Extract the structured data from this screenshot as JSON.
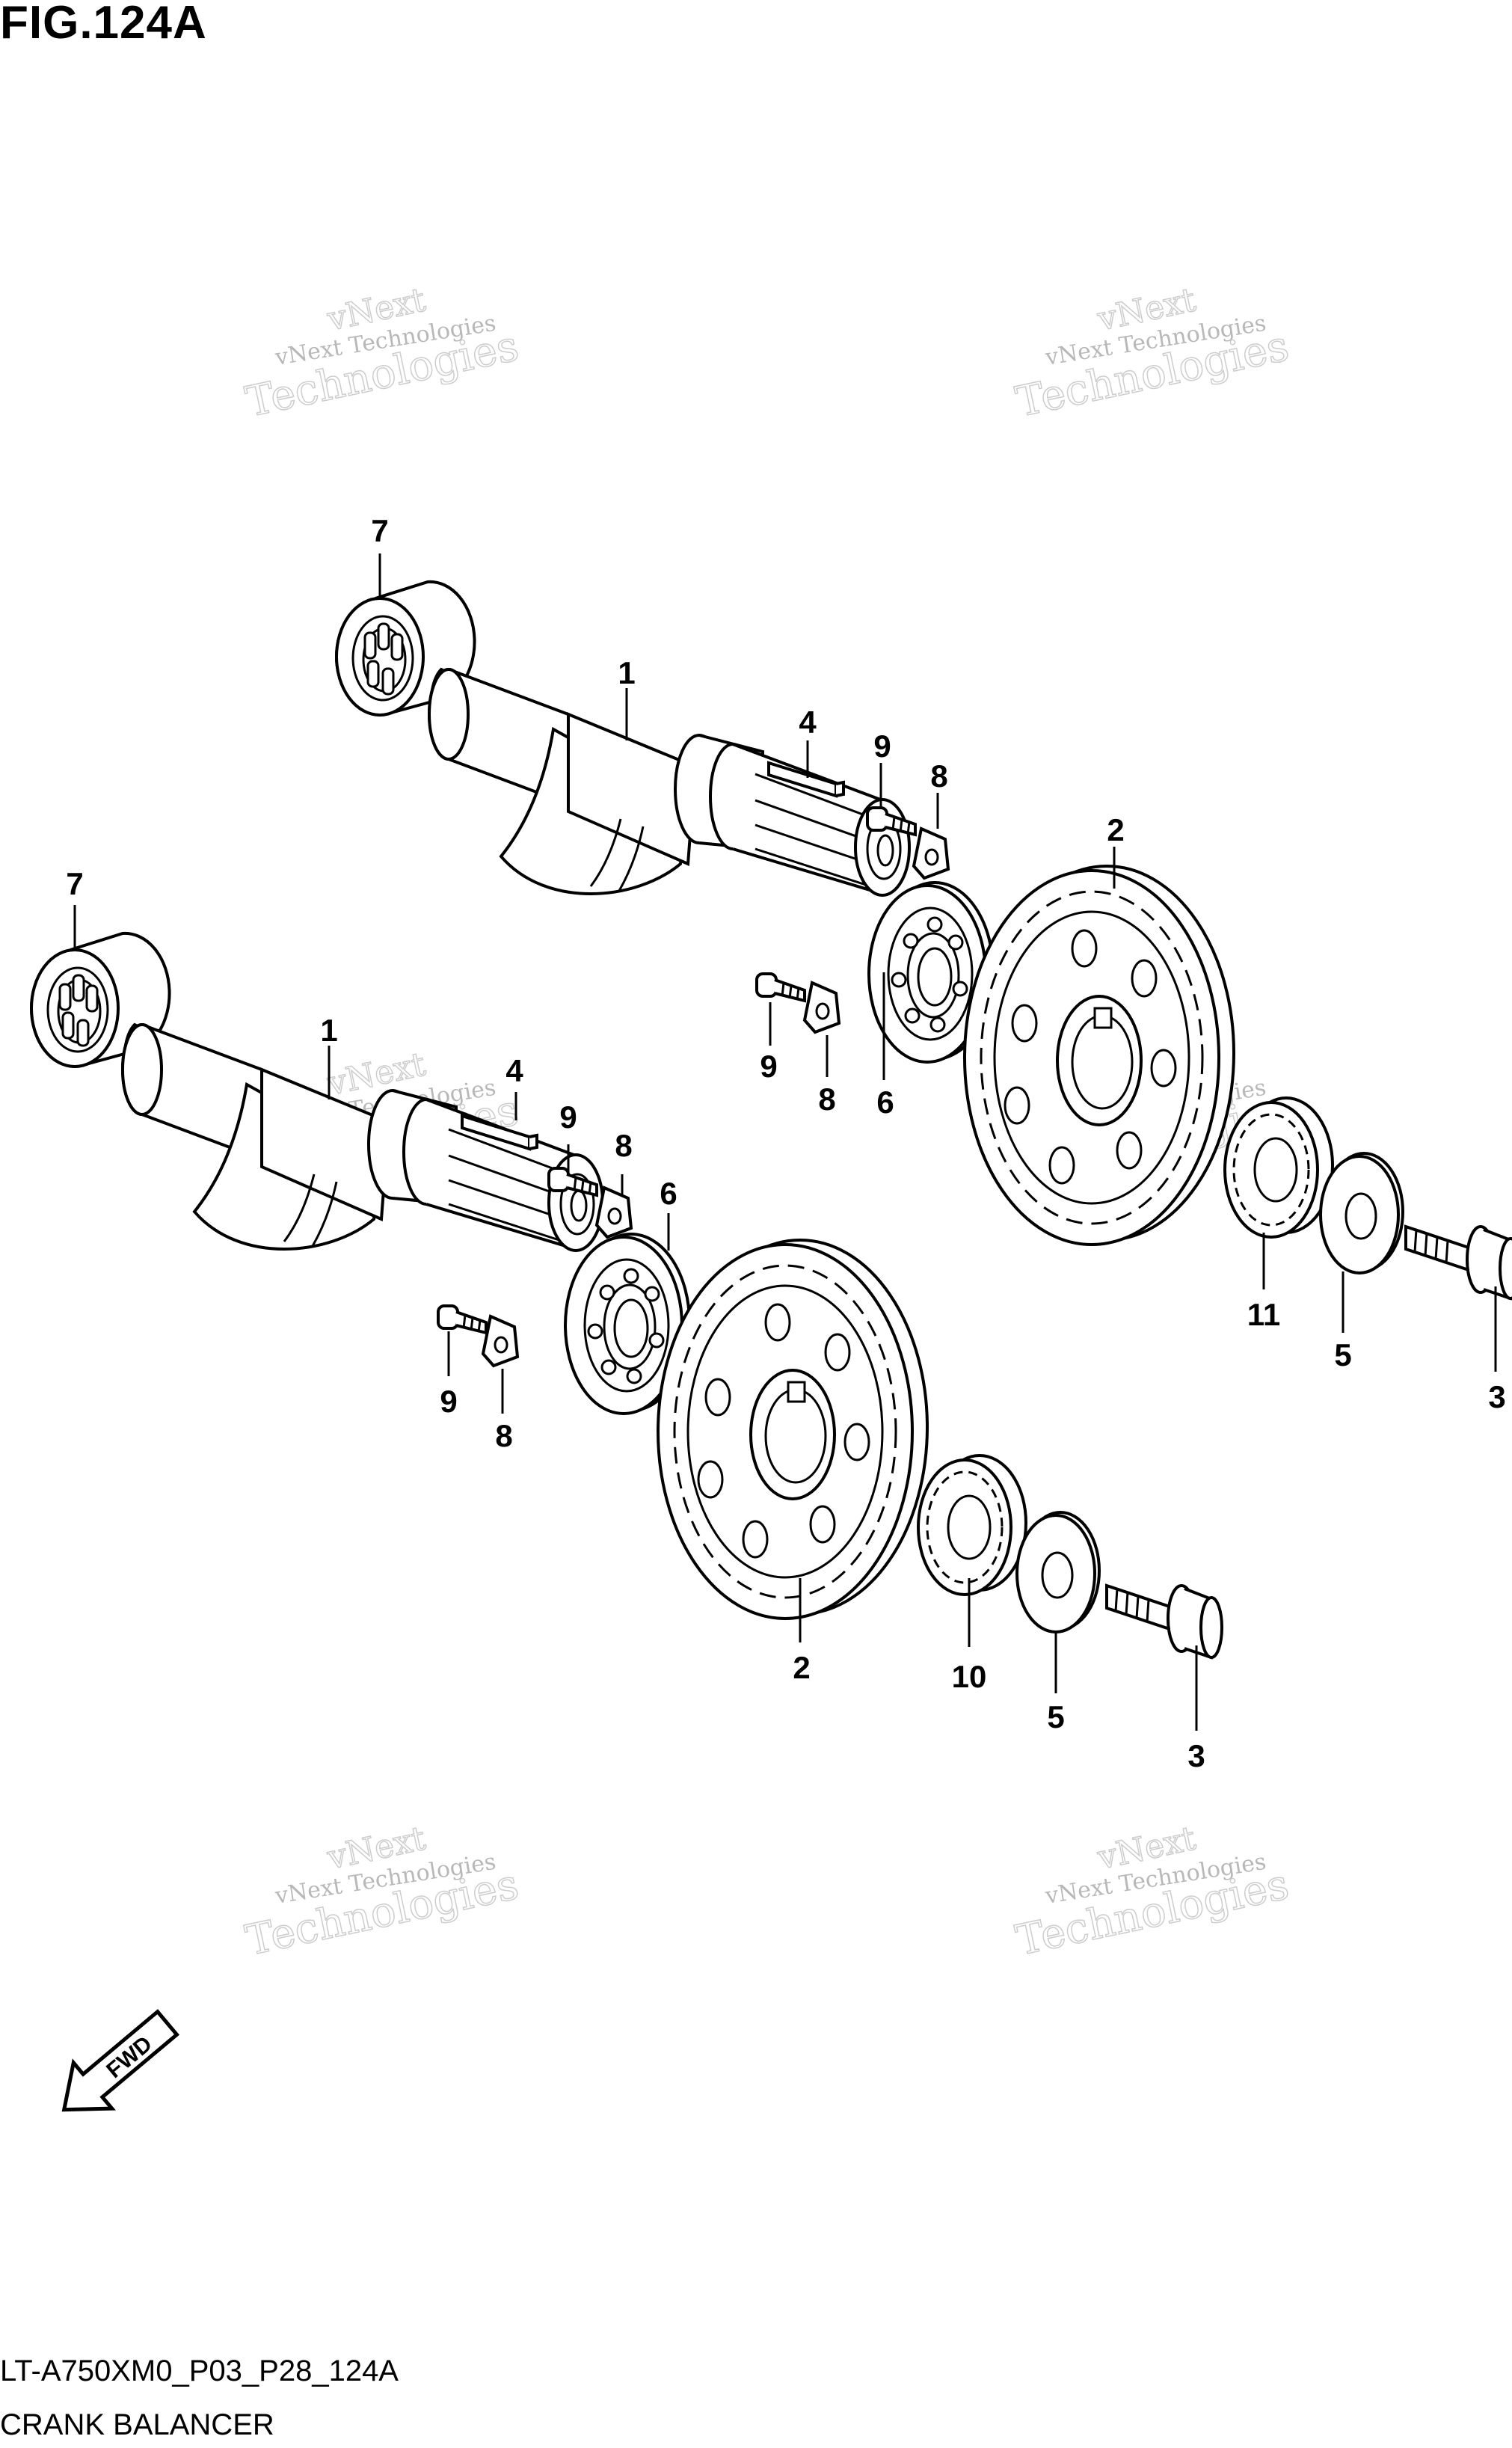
{
  "figure": {
    "title": "FIG.124A",
    "code": "LT-A750XM0_P03_P28_124A",
    "name": "CRANK BALANCER"
  },
  "watermark": {
    "small_text": "vNext Technologies",
    "big_top": "vNext",
    "big_bottom": "Technologies",
    "color": "#cfcfcf"
  },
  "fwd_label": "FWD",
  "callouts": [
    {
      "id": "c7a",
      "label": "7"
    },
    {
      "id": "c1a",
      "label": "1"
    },
    {
      "id": "c4a",
      "label": "4"
    },
    {
      "id": "c9a",
      "label": "9"
    },
    {
      "id": "c8a",
      "label": "8"
    },
    {
      "id": "c2a",
      "label": "2"
    },
    {
      "id": "c9b",
      "label": "9"
    },
    {
      "id": "c8b",
      "label": "8"
    },
    {
      "id": "c6a",
      "label": "6"
    },
    {
      "id": "c7b",
      "label": "7"
    },
    {
      "id": "c1b",
      "label": "1"
    },
    {
      "id": "c4b",
      "label": "4"
    },
    {
      "id": "c9c",
      "label": "9"
    },
    {
      "id": "c8c",
      "label": "8"
    },
    {
      "id": "c6b",
      "label": "6"
    },
    {
      "id": "c11",
      "label": "11"
    },
    {
      "id": "c5a",
      "label": "5"
    },
    {
      "id": "c3a",
      "label": "3"
    },
    {
      "id": "c9d",
      "label": "9"
    },
    {
      "id": "c8d",
      "label": "8"
    },
    {
      "id": "c2b",
      "label": "2"
    },
    {
      "id": "c10",
      "label": "10"
    },
    {
      "id": "c5b",
      "label": "5"
    },
    {
      "id": "c3b",
      "label": "3"
    }
  ]
}
